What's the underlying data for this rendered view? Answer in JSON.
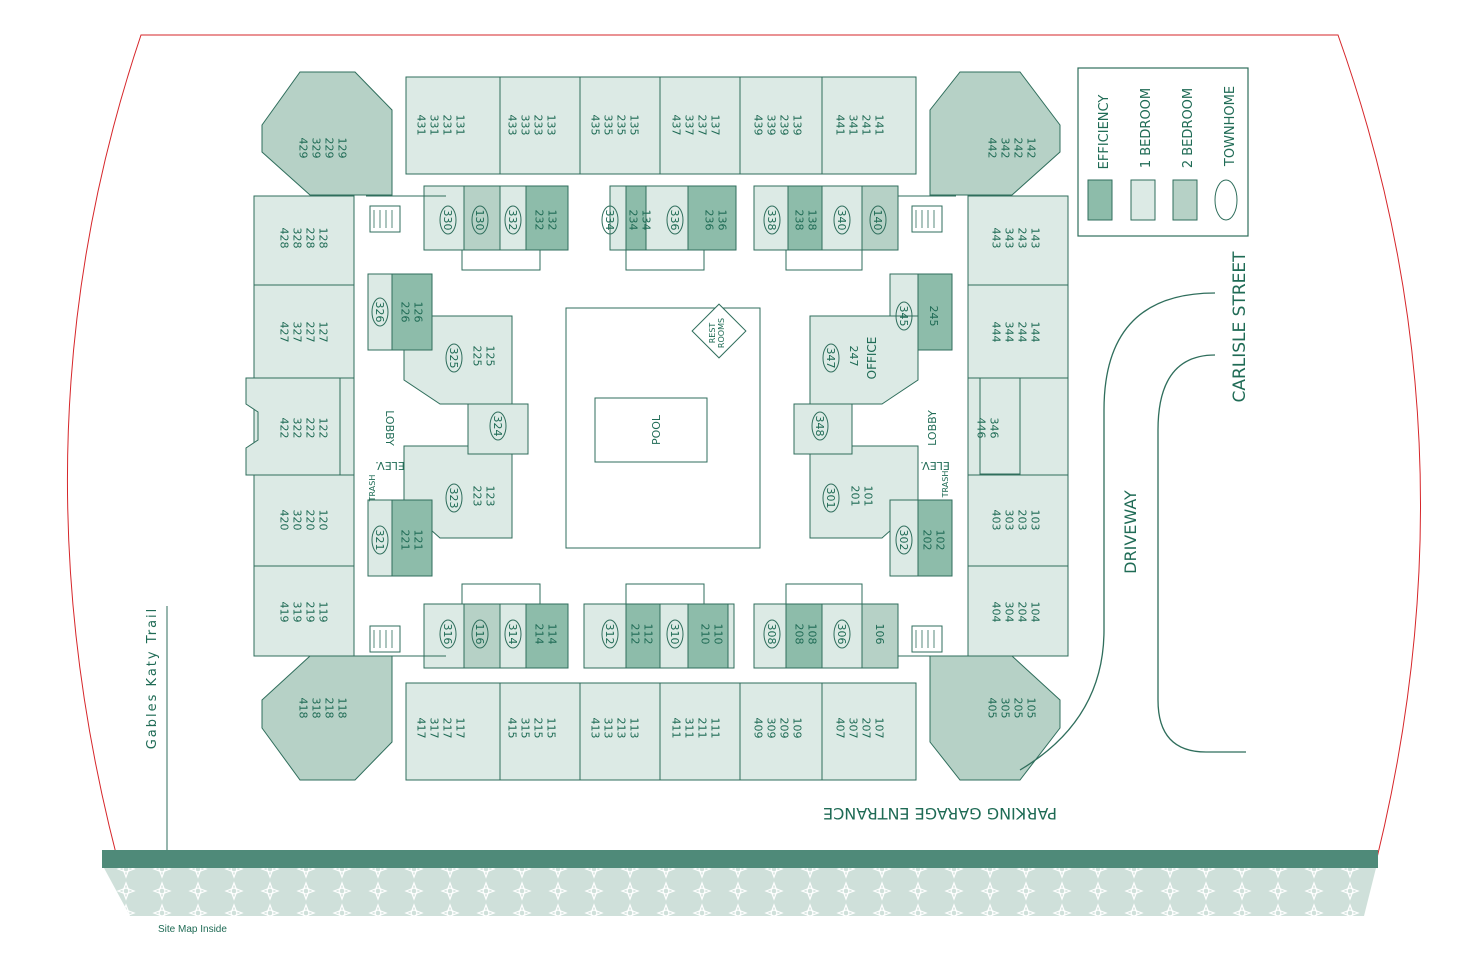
{
  "colors": {
    "efficiency": "#8dbcaa",
    "one_bedroom": "#dceae5",
    "two_bedroom": "#b6d1c6",
    "stroke": "#2f6e5c",
    "text": "#1f6b55",
    "band": "#4f8a79",
    "boundary": "#d6262a"
  },
  "legend": {
    "efficiency": "EFFICIENCY",
    "one_bedroom": "1 BEDROOM",
    "two_bedroom": "2 BEDROOM",
    "townhome": "TOWNHOME"
  },
  "labels": {
    "pool": "POOL",
    "rest_rooms_1": "REST",
    "rest_rooms_2": "ROOMS",
    "office": "OFFICE",
    "lobby_left": "LOBBY",
    "lobby_right": "LOBBY",
    "elev_left": "ELEV.",
    "elev_right": "ELEV.",
    "trash_left": "TRASH",
    "trash_right": "TRASH",
    "carlisle_street": "CARLISLE STREET",
    "driveway": "DRIVEWAY",
    "parking_garage": "PARKING GARAGE ENTRANCE",
    "katy_trail": "Gables Katy Trail",
    "footer": "Site Map Inside"
  },
  "map": {
    "units": [
      {
        "type": "1br",
        "lines": [
          "431",
          "331",
          "231",
          "131"
        ]
      },
      {
        "type": "1br",
        "lines": [
          "433",
          "333",
          "233",
          "133"
        ]
      },
      {
        "type": "1br",
        "lines": [
          "435",
          "335",
          "235",
          "135"
        ]
      },
      {
        "type": "1br",
        "lines": [
          "437",
          "337",
          "237",
          "137"
        ]
      },
      {
        "type": "1br",
        "lines": [
          "439",
          "339",
          "239",
          "139"
        ]
      },
      {
        "type": "1br",
        "lines": [
          "441",
          "341",
          "241",
          "141"
        ]
      },
      {
        "type": "2br",
        "lines": [
          "429",
          "329",
          "229",
          "129"
        ]
      },
      {
        "type": "2br",
        "lines": [
          "442",
          "342",
          "242",
          "142"
        ]
      },
      {
        "type": "1br",
        "lines": [
          "428",
          "328",
          "228",
          "128"
        ]
      },
      {
        "type": "1br",
        "lines": [
          "427",
          "327",
          "227",
          "127"
        ]
      },
      {
        "type": "1br",
        "lines": [
          "422",
          "322",
          "222",
          "122"
        ]
      },
      {
        "type": "1br",
        "lines": [
          "420",
          "320",
          "220",
          "120"
        ]
      },
      {
        "type": "1br",
        "lines": [
          "419",
          "319",
          "219",
          "119"
        ]
      },
      {
        "type": "2br",
        "lines": [
          "418",
          "318",
          "218",
          "118"
        ]
      },
      {
        "type": "1br",
        "lines": [
          "443",
          "343",
          "243",
          "143"
        ]
      },
      {
        "type": "1br",
        "lines": [
          "444",
          "344",
          "244",
          "144"
        ]
      },
      {
        "type": "1br",
        "lines": [
          "446",
          "346"
        ]
      },
      {
        "type": "1br",
        "lines": [
          "403",
          "303",
          "203",
          "103"
        ]
      },
      {
        "type": "1br",
        "lines": [
          "404",
          "304",
          "204",
          "104"
        ]
      },
      {
        "type": "2br",
        "lines": [
          "405",
          "305",
          "205",
          "105"
        ]
      },
      {
        "type": "1br",
        "lines": [
          "417",
          "317",
          "217",
          "117"
        ]
      },
      {
        "type": "1br",
        "lines": [
          "415",
          "315",
          "215",
          "115"
        ]
      },
      {
        "type": "1br",
        "lines": [
          "413",
          "313",
          "213",
          "113"
        ]
      },
      {
        "type": "1br",
        "lines": [
          "411",
          "311",
          "211",
          "111"
        ]
      },
      {
        "type": "1br",
        "lines": [
          "409",
          "309",
          "209",
          "109"
        ]
      },
      {
        "type": "1br",
        "lines": [
          "407",
          "307",
          "207",
          "107"
        ]
      },
      {
        "type": "1br",
        "lines": [
          "330"
        ],
        "townhome": true
      },
      {
        "type": "2br",
        "lines": [
          "130"
        ],
        "townhome": true
      },
      {
        "type": "1br",
        "lines": [
          "332"
        ],
        "townhome": true
      },
      {
        "type": "eff",
        "lines": [
          "232",
          "132"
        ]
      },
      {
        "type": "1br",
        "lines": [
          "334"
        ],
        "townhome": true
      },
      {
        "type": "eff",
        "lines": [
          "234",
          "134"
        ]
      },
      {
        "type": "1br",
        "lines": [
          "336"
        ],
        "townhome": true
      },
      {
        "type": "eff",
        "lines": [
          "236",
          "136"
        ]
      },
      {
        "type": "1br",
        "lines": [
          "338"
        ],
        "townhome": true
      },
      {
        "type": "eff",
        "lines": [
          "238",
          "138"
        ]
      },
      {
        "type": "1br",
        "lines": [
          "340"
        ],
        "townhome": true
      },
      {
        "type": "2br",
        "lines": [
          "140"
        ],
        "townhome": true
      },
      {
        "type": "1br",
        "lines": [
          "326"
        ],
        "townhome": true
      },
      {
        "type": "eff",
        "lines": [
          "226",
          "126"
        ]
      },
      {
        "type": "1br",
        "lines": [
          "325"
        ],
        "townhome": true
      },
      {
        "type": "1br",
        "lines": [
          "225",
          "125"
        ]
      },
      {
        "type": "1br",
        "lines": [
          "324"
        ],
        "townhome": true
      },
      {
        "type": "1br",
        "lines": [
          "323"
        ],
        "townhome": true
      },
      {
        "type": "1br",
        "lines": [
          "223",
          "123"
        ]
      },
      {
        "type": "1br",
        "lines": [
          "321"
        ],
        "townhome": true
      },
      {
        "type": "eff",
        "lines": [
          "221",
          "121"
        ]
      },
      {
        "type": "1br",
        "lines": [
          "345"
        ],
        "townhome": true
      },
      {
        "type": "eff",
        "lines": [
          "245"
        ]
      },
      {
        "type": "1br",
        "lines": [
          "347"
        ],
        "townhome": true
      },
      {
        "type": "1br",
        "lines": [
          "247"
        ]
      },
      {
        "type": "1br",
        "lines": [
          "348"
        ],
        "townhome": true
      },
      {
        "type": "1br",
        "lines": [
          "301"
        ],
        "townhome": true
      },
      {
        "type": "1br",
        "lines": [
          "201",
          "101"
        ]
      },
      {
        "type": "1br",
        "lines": [
          "302"
        ],
        "townhome": true
      },
      {
        "type": "eff",
        "lines": [
          "202",
          "102"
        ]
      },
      {
        "type": "1br",
        "lines": [
          "316"
        ],
        "townhome": true
      },
      {
        "type": "2br",
        "lines": [
          "116"
        ],
        "townhome": true
      },
      {
        "type": "1br",
        "lines": [
          "314"
        ],
        "townhome": true
      },
      {
        "type": "eff",
        "lines": [
          "214",
          "114"
        ]
      },
      {
        "type": "1br",
        "lines": [
          "312"
        ],
        "townhome": true
      },
      {
        "type": "eff",
        "lines": [
          "212",
          "112"
        ]
      },
      {
        "type": "1br",
        "lines": [
          "310"
        ],
        "townhome": true
      },
      {
        "type": "eff",
        "lines": [
          "210",
          "110"
        ]
      },
      {
        "type": "1br",
        "lines": [
          "308"
        ],
        "townhome": true
      },
      {
        "type": "eff",
        "lines": [
          "208",
          "108"
        ]
      },
      {
        "type": "1br",
        "lines": [
          "306"
        ],
        "townhome": true
      },
      {
        "type": "2br",
        "lines": [
          "106"
        ]
      }
    ]
  }
}
